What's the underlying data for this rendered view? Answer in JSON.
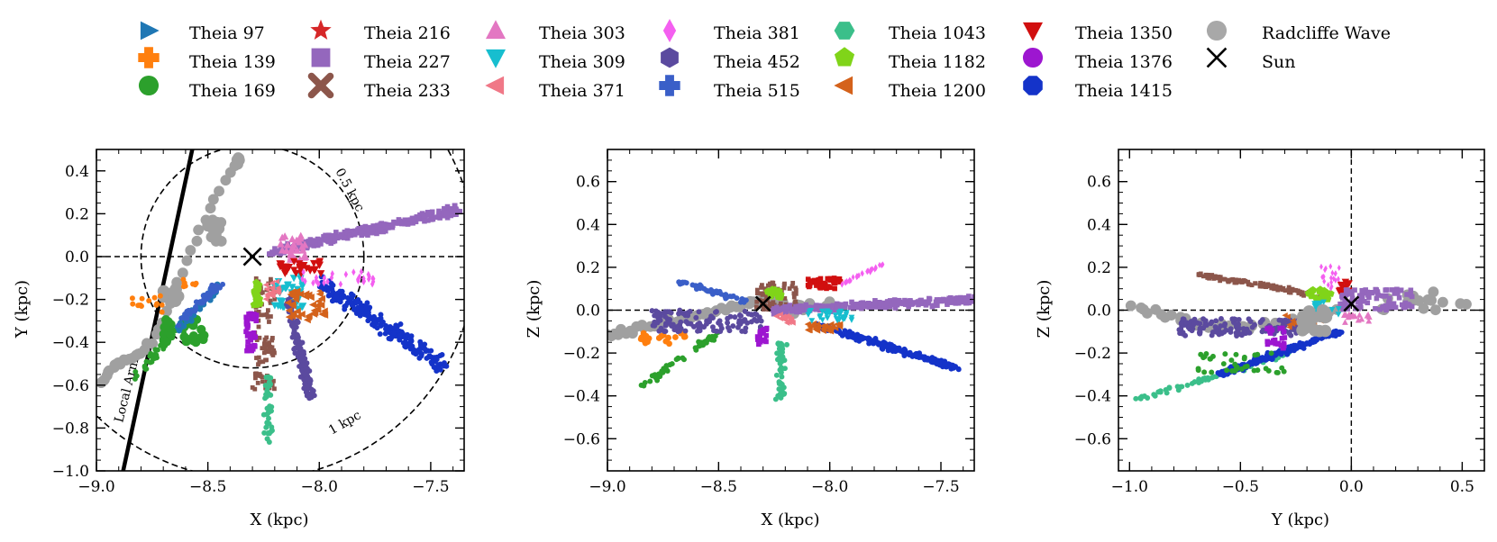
{
  "legend": {
    "columns": [
      [
        "Theia 97",
        "Theia 139",
        "Theia 169"
      ],
      [
        "Theia 216",
        "Theia 227",
        "Theia 233"
      ],
      [
        "Theia 303",
        "Theia 309",
        "Theia 371"
      ],
      [
        "Theia 381",
        "Theia 452",
        "Theia 515"
      ],
      [
        "Theia 1043",
        "Theia 1182",
        "Theia 1200"
      ],
      [
        "Theia 1350",
        "Theia 1376",
        "Theia 1415"
      ],
      [
        "Radcliffe Wave",
        "Sun"
      ]
    ]
  },
  "chart_data": [
    {
      "type": "scatter",
      "xlabel": "X (kpc)",
      "ylabel": "Y (kpc)",
      "xlim": [
        -9.0,
        -7.35
      ],
      "ylim": [
        -1.0,
        0.5
      ],
      "xticks": [
        "−9.0",
        "−8.5",
        "−8.0",
        "−7.5"
      ],
      "yticks": [
        "−1.0",
        "−0.8",
        "−0.6",
        "−0.4",
        "−0.2",
        "0.0",
        "0.2",
        "0.4"
      ],
      "annotations": [
        "0.5 kpc",
        "1 kpc",
        "Local Arm"
      ],
      "sun": [
        -8.3,
        0.0
      ]
    },
    {
      "type": "scatter",
      "xlabel": "X (kpc)",
      "ylabel": "Z (kpc)",
      "xlim": [
        -9.0,
        -7.35
      ],
      "ylim": [
        -0.75,
        0.75
      ],
      "xticks": [
        "−9.0",
        "−8.5",
        "−8.0",
        "−7.5"
      ],
      "yticks": [
        "−0.6",
        "−0.4",
        "−0.2",
        "0.0",
        "0.2",
        "0.4",
        "0.6"
      ],
      "sun": [
        -8.3,
        0.03
      ]
    },
    {
      "type": "scatter",
      "xlabel": "Y (kpc)",
      "ylabel": "Z (kpc)",
      "xlim": [
        -1.05,
        0.6
      ],
      "ylim": [
        -0.75,
        0.75
      ],
      "xticks": [
        "−1.0",
        "−0.5",
        "0.0",
        "0.5"
      ],
      "yticks": [
        "−0.6",
        "−0.4",
        "−0.2",
        "0.0",
        "0.2",
        "0.4",
        "0.6"
      ],
      "sun": [
        0.0,
        0.03
      ]
    }
  ]
}
